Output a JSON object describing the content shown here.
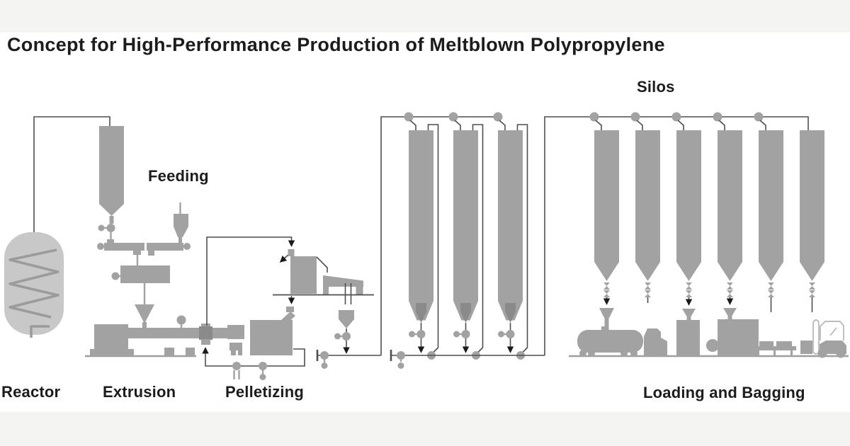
{
  "title": "Concept for High-Performance Production of Meltblown Polypropylene",
  "labels": {
    "feeding": "Feeding",
    "silos": "Silos",
    "reactor": "Reactor",
    "extrusion": "Extrusion",
    "pelletizing": "Pelletizing",
    "loading": "Loading and Bagging"
  },
  "colors": {
    "bg": "#ffffff",
    "band": "#f4f4f3",
    "shape": "#a2a2a2",
    "shape-dark": "#8a8a8a",
    "vessel": "#c8c8c8",
    "coil": "#9b9b9b",
    "line": "#4f4f4f",
    "ground": "#9e9e9e",
    "outline": "#b5b5b5",
    "arrow": "#1a1a1a",
    "text": "#1c1c1c"
  }
}
